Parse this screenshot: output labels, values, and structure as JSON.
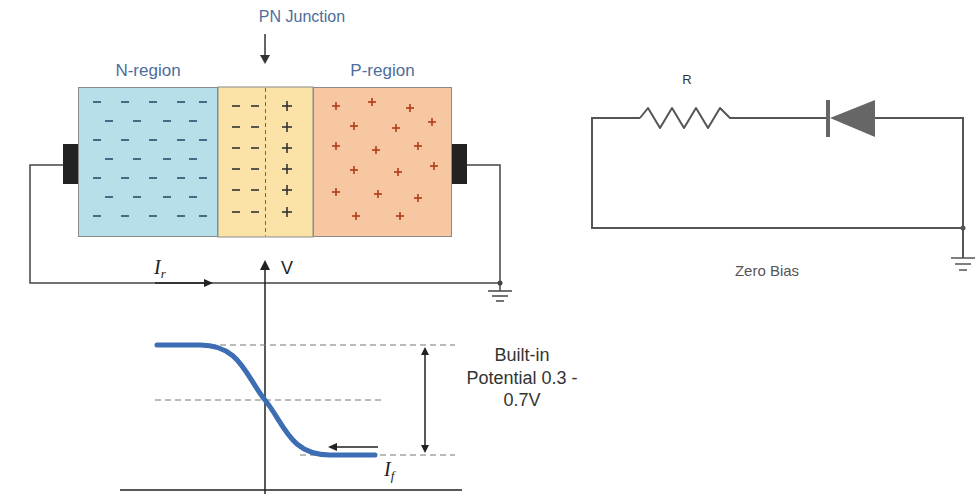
{
  "diagram": {
    "nodes": [
      {
        "text": [
          "N-region"
        ]
      },
      {
        "text": [
          "P-region"
        ]
      }
    ],
    "labels": [
      "PN Junction",
      "V",
      "Ir",
      "Built-in Potential 0.3 - 0.7V",
      "If",
      "R",
      "Zero Bias"
    ]
  }
}
